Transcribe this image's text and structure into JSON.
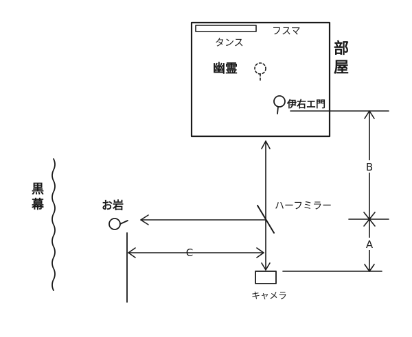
{
  "labels": {
    "room": "部屋",
    "tansu": "タンス",
    "fusuma": "フスマ",
    "ghost": "幽霊",
    "iemon": "伊右エ門",
    "kuromaku": "黒幕",
    "oiwa": "お岩",
    "half_mirror": "ハーフミラー",
    "camera": "キャメラ",
    "dim_a": "A",
    "dim_b": "B",
    "dim_c": "C"
  }
}
